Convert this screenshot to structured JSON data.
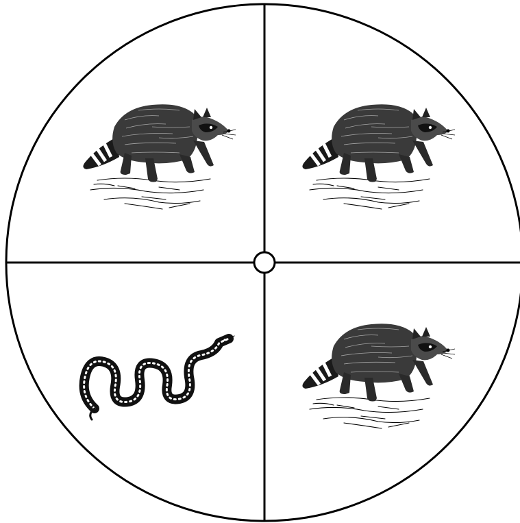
{
  "spinner": {
    "line_color": "#000000",
    "background_color": "#ffffff",
    "sections": [
      {
        "position": "top-left",
        "animal": "raccoon",
        "icon": "raccoon-icon"
      },
      {
        "position": "top-right",
        "animal": "raccoon",
        "icon": "raccoon-icon"
      },
      {
        "position": "bottom-left",
        "animal": "snake",
        "icon": "snake-icon"
      },
      {
        "position": "bottom-right",
        "animal": "raccoon",
        "icon": "raccoon-icon"
      }
    ]
  }
}
